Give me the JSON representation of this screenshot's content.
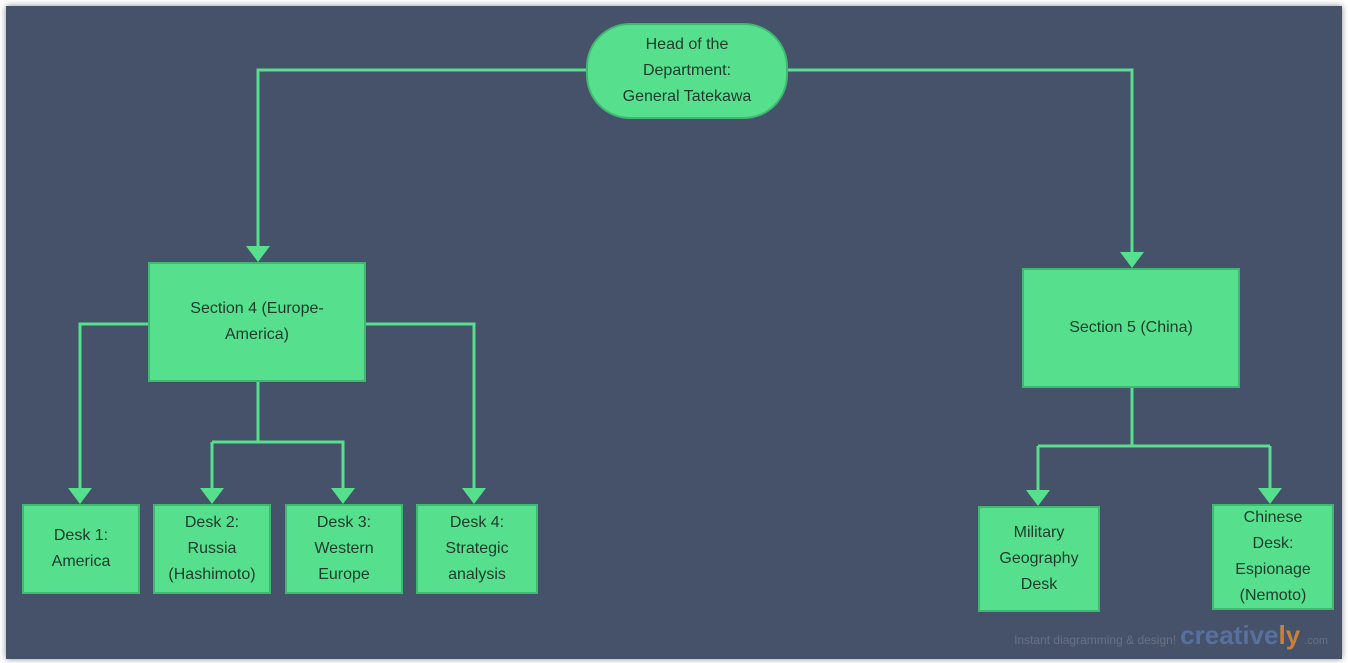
{
  "colors": {
    "background": "#46526a",
    "node_fill": "#56e08e",
    "node_border": "#3fb971",
    "connector": "#56e08e"
  },
  "nodes": {
    "head": {
      "lines": "Head of the\nDepartment:\nGeneral Tatekawa"
    },
    "section4": {
      "lines": "Section 4 (Europe-\nAmerica)"
    },
    "section5": {
      "lines": "Section 5 (China)"
    },
    "desk1": {
      "lines": "Desk 1:\nAmerica"
    },
    "desk2": {
      "lines": "Desk 2:\nRussia\n(Hashimoto)"
    },
    "desk3": {
      "lines": "Desk 3:\nWestern\nEurope"
    },
    "desk4": {
      "lines": "Desk 4:\nStrategic\nanalysis"
    },
    "military": {
      "lines": "Military\nGeography\nDesk"
    },
    "chinese": {
      "lines": "Chinese\nDesk:\nEspionage\n(Nemoto)"
    }
  },
  "watermark": {
    "tagline": "Instant diagramming & design!",
    "brand_main": "creative",
    "brand_suffix": "ly",
    "domain": ".com"
  }
}
